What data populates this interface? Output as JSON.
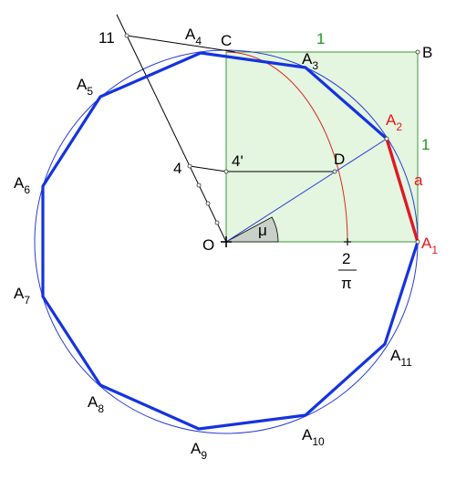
{
  "colors": {
    "polygon": "#1433e0",
    "circle": "#2b3bd8",
    "side": "#e8161b",
    "square_fill": "#e4f5e0",
    "square_edge": "#3a9a3a",
    "arc": "#d8281a",
    "construction": "#000000",
    "angle_fill": "#c8d0c8"
  },
  "labels": {
    "vertices": [
      {
        "base": "A",
        "sub": "1"
      },
      {
        "base": "A",
        "sub": "2"
      },
      {
        "base": "A",
        "sub": "3"
      },
      {
        "base": "A",
        "sub": "4"
      },
      {
        "base": "A",
        "sub": "5"
      },
      {
        "base": "A",
        "sub": "6"
      },
      {
        "base": "A",
        "sub": "7"
      },
      {
        "base": "A",
        "sub": "8"
      },
      {
        "base": "A",
        "sub": "9"
      },
      {
        "base": "A",
        "sub": "10"
      },
      {
        "base": "A",
        "sub": "11"
      }
    ],
    "O": "O",
    "B": "B",
    "C": "C",
    "D": "D",
    "four": "4",
    "four_prime": "4'",
    "eleven": "11",
    "mu": "μ",
    "side_a": "a",
    "one_top": "1",
    "one_right": "1",
    "frac_num": "2",
    "frac_den": "π"
  }
}
